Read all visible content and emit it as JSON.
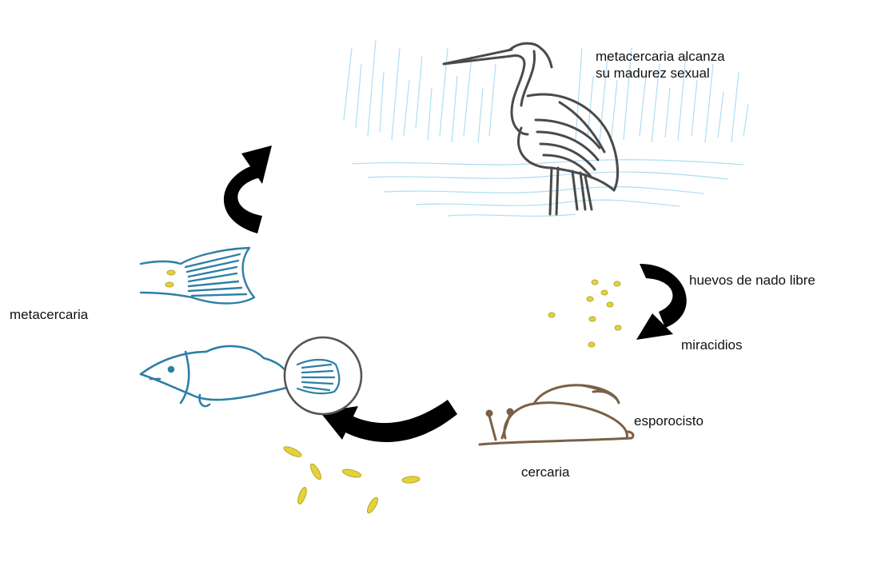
{
  "labels": {
    "bird_line1": "metacercaria alcanza",
    "bird_line2": "su madurez sexual",
    "eggs": "huevos de nado libre",
    "miracidia": "miracidios",
    "sporocyst": "esporocisto",
    "cercaria": "cercaria",
    "metacercaria": "metacercaria"
  },
  "icons": {
    "bird": "heron-icon",
    "snail": "snail-icon",
    "fish": "fish-icon",
    "fish_tail": "fish-tail-icon",
    "magnifier": "magnifier-icon",
    "eggs": "eggs-icon",
    "cercariae": "cercariae-icon"
  },
  "colors": {
    "arrow": "#000000",
    "fish": "#2d7fa6",
    "snail": "#7a6046",
    "eggs": "#e3d23a",
    "water": "#9fd8ef",
    "bird": "#4a4a4a"
  }
}
